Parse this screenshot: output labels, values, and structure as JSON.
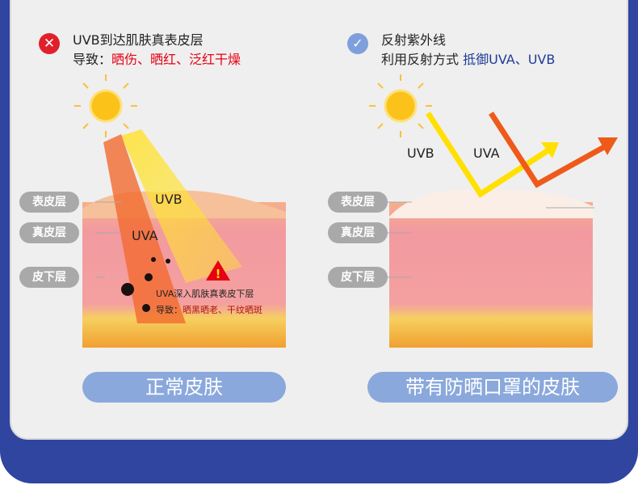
{
  "left": {
    "title": "UVB到达肌肤真表皮层",
    "cause_label": "导致：",
    "cause": "晒伤、晒红、泛红干燥",
    "uvb": "UVB",
    "uva": "UVA",
    "warn_line1": "UVA深入肌肤真表皮下层",
    "warn_label": "导致：",
    "warn_effects": "晒黑晒老、干纹晒斑",
    "caption": "正常皮肤",
    "icon": "x-circle-icon"
  },
  "right": {
    "title": "反射紫外线",
    "sub_label": "利用反射方式",
    "sub_highlight": "抵御UVA、UVB",
    "uvb": "UVB",
    "uva": "UVA",
    "caption": "带有防晒口罩的皮肤",
    "icon": "check-circle-icon"
  },
  "layers": [
    "表皮层",
    "真皮层",
    "皮下层"
  ],
  "colors": {
    "frame": "#2f45a0",
    "red": "#e60012",
    "blue": "#1f3c96",
    "pill": "#8aa8dc"
  }
}
